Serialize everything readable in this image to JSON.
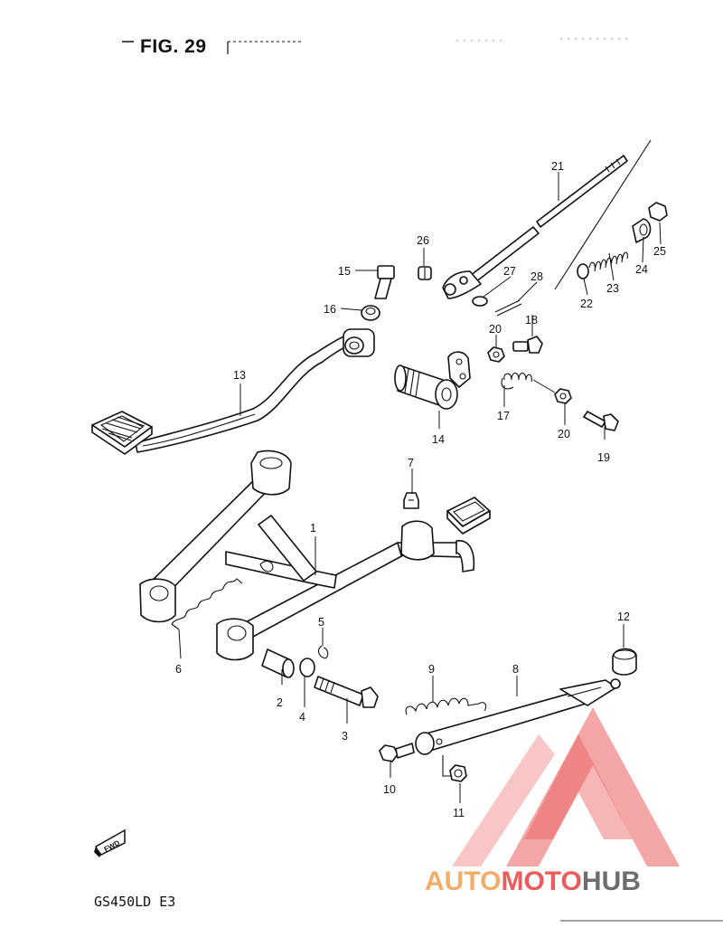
{
  "figure": {
    "title": "FIG. 29"
  },
  "model_code": "GS450LD E3",
  "fwd_label": "FWD",
  "watermark": {
    "part1": "AUTO",
    "part2": "MOTO",
    "part3": "HUB",
    "color_orange": "#f0a050",
    "color_red": "#e84040",
    "color_dark": "#555555"
  },
  "callouts": [
    {
      "id": "c1",
      "label": "1"
    },
    {
      "id": "c2",
      "label": "2"
    },
    {
      "id": "c3",
      "label": "3"
    },
    {
      "id": "c4",
      "label": "4"
    },
    {
      "id": "c5",
      "label": "5"
    },
    {
      "id": "c6",
      "label": "6"
    },
    {
      "id": "c7",
      "label": "7"
    },
    {
      "id": "c8",
      "label": "8"
    },
    {
      "id": "c9",
      "label": "9"
    },
    {
      "id": "c10",
      "label": "10"
    },
    {
      "id": "c11",
      "label": "11"
    },
    {
      "id": "c12",
      "label": "12"
    },
    {
      "id": "c13",
      "label": "13"
    },
    {
      "id": "c14",
      "label": "14"
    },
    {
      "id": "c15",
      "label": "15"
    },
    {
      "id": "c16",
      "label": "16"
    },
    {
      "id": "c17",
      "label": "17"
    },
    {
      "id": "c18",
      "label": "18"
    },
    {
      "id": "c19",
      "label": "19"
    },
    {
      "id": "c20a",
      "label": "20"
    },
    {
      "id": "c20b",
      "label": "20"
    },
    {
      "id": "c21",
      "label": "21"
    },
    {
      "id": "c22",
      "label": "22"
    },
    {
      "id": "c23",
      "label": "23"
    },
    {
      "id": "c24",
      "label": "24"
    },
    {
      "id": "c25",
      "label": "25"
    },
    {
      "id": "c26",
      "label": "26"
    },
    {
      "id": "c27",
      "label": "27"
    },
    {
      "id": "c28",
      "label": "28"
    }
  ]
}
